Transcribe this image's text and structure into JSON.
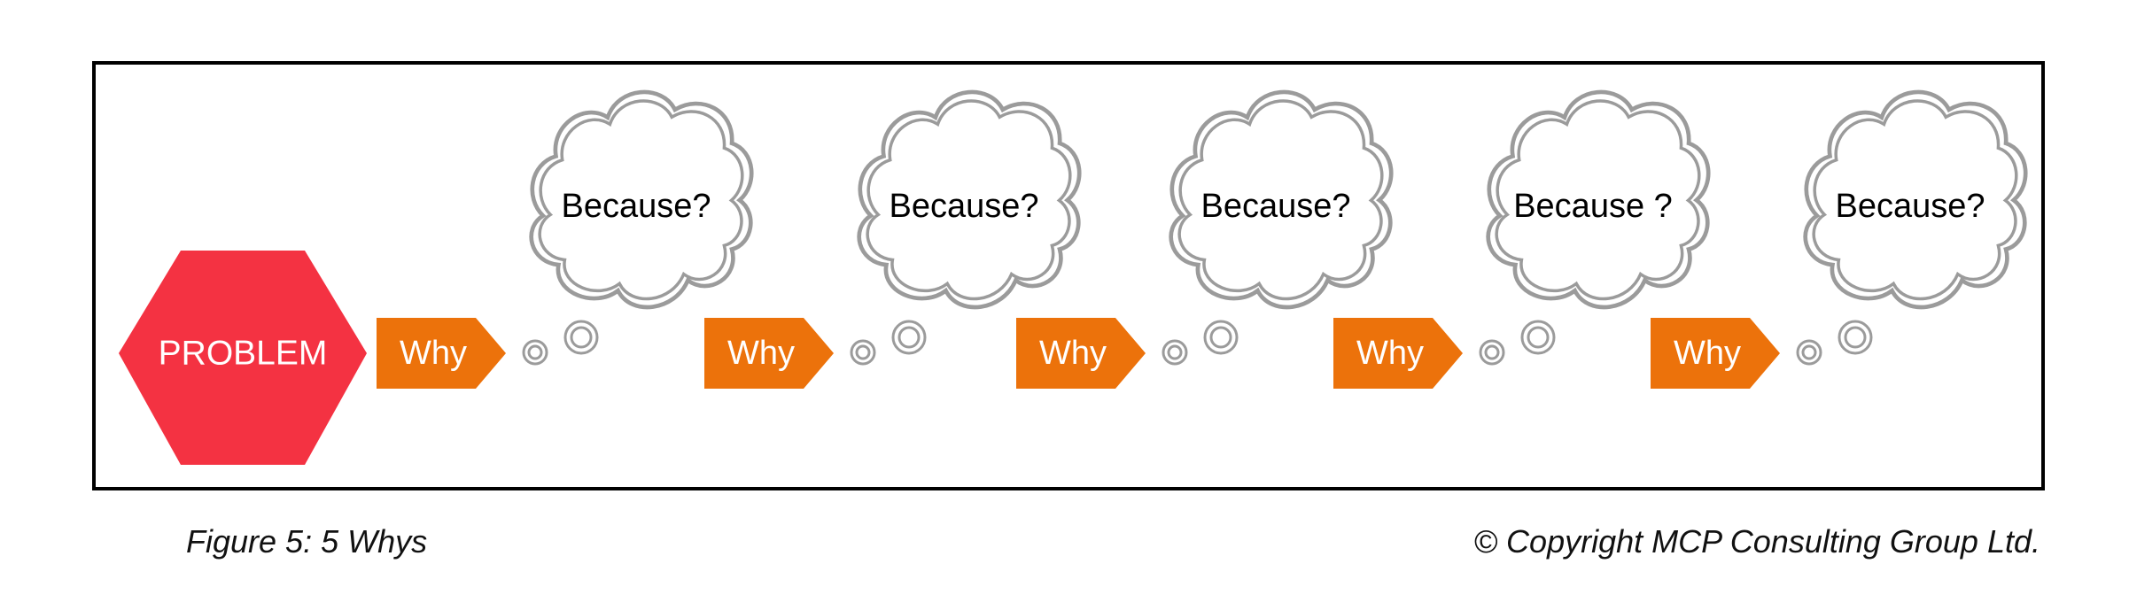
{
  "problem": {
    "label": "PROBLEM"
  },
  "steps": [
    {
      "why": "Why",
      "because": "Because?"
    },
    {
      "why": "Why",
      "because": "Because?"
    },
    {
      "why": "Why",
      "because": "Because?"
    },
    {
      "why": "Why",
      "because": "Because ?"
    },
    {
      "why": "Why",
      "because": "Because?"
    }
  ],
  "caption": "Figure 5: 5 Whys",
  "copyright": "© Copyright MCP Consulting Group Ltd.",
  "colors": {
    "problem": "#f43242",
    "why": "#ec720b",
    "cloud_stroke": "#9b9b9b",
    "frame": "#000000"
  }
}
